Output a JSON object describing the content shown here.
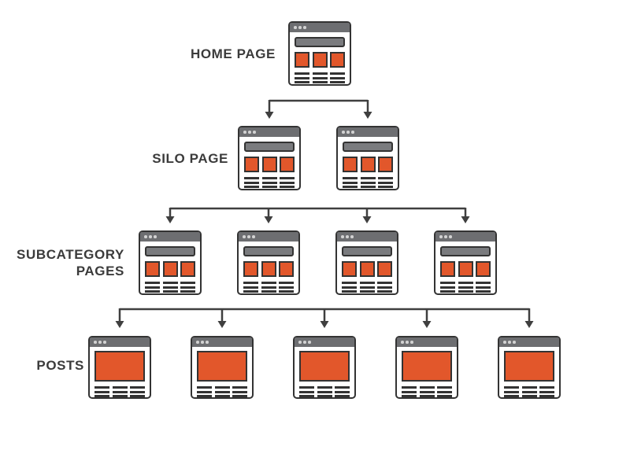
{
  "diagram": {
    "type": "site-structure-flowchart",
    "levels": [
      {
        "label": "HOME PAGE",
        "icon": "page",
        "count": 1
      },
      {
        "label": "SILO PAGE",
        "icon": "page",
        "count": 2
      },
      {
        "label": "SUBCATEGORY PAGES",
        "icon": "page",
        "count": 4
      },
      {
        "label": "POSTS",
        "icon": "post",
        "count": 5
      }
    ],
    "connections": [
      {
        "from": "HOME PAGE",
        "to": "SILO PAGE",
        "arrows": 2
      },
      {
        "from": "SILO PAGE",
        "to": "SUBCATEGORY PAGES",
        "arrows": 4
      },
      {
        "from": "SUBCATEGORY PAGES",
        "to": "POSTS",
        "arrows": 5
      }
    ],
    "icon_glyphs": {
      "page": "browser-window-with-navbar-three-thumbnails-and-text-columns",
      "post": "browser-window-with-hero-image-and-text-columns"
    }
  },
  "colors": {
    "accent_orange": "#E2572B",
    "outline_dark": "#333333",
    "titlebar_gray": "#6D6E71",
    "navbar_gray": "#7A7B7E",
    "text_dark": "#3B3B3B",
    "connector": "#3F3F3F",
    "background": "#FFFFFF"
  }
}
